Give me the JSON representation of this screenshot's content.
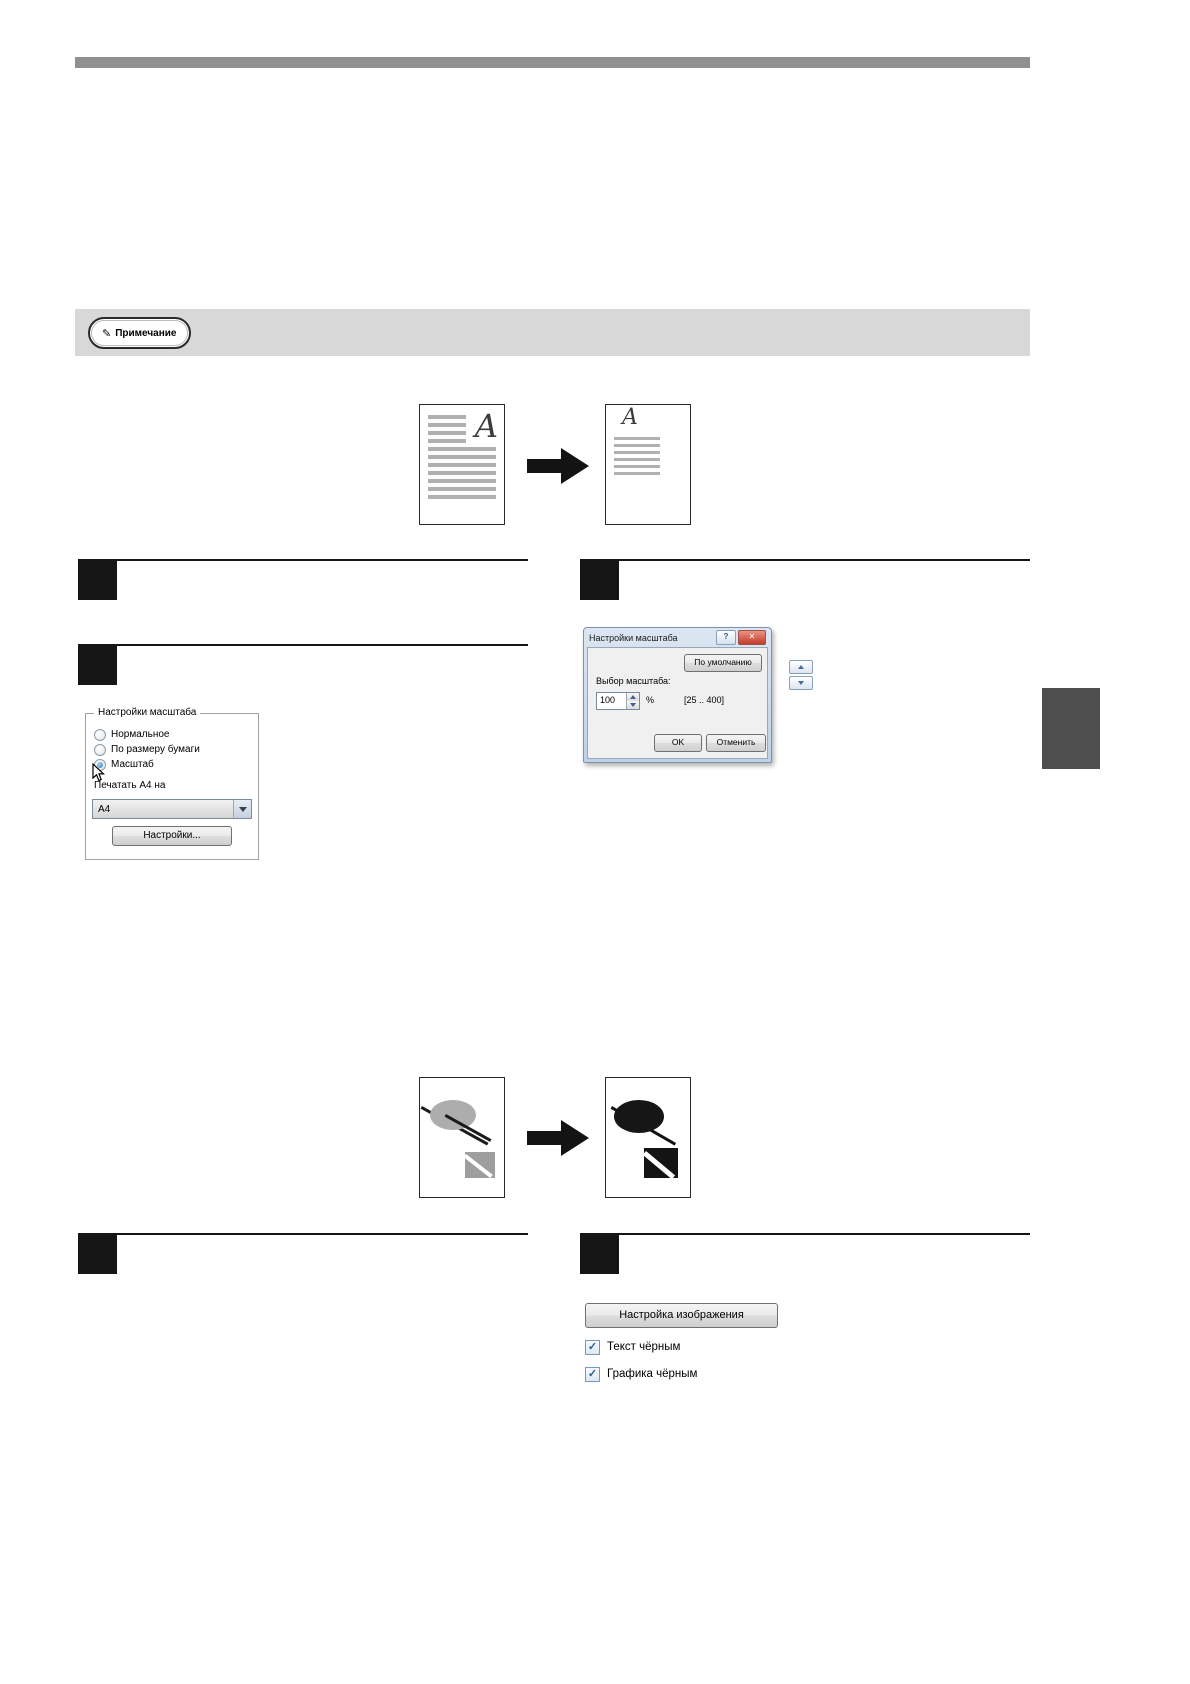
{
  "note": {
    "badge_label": "Примечание",
    "pencil_glyph": "✎"
  },
  "doc_illustration": {
    "letter": "A"
  },
  "scale_group": {
    "title": "Настройки масштаба",
    "options": [
      {
        "label": "Нормальное",
        "checked": false
      },
      {
        "label": "По размеру бумаги",
        "checked": false
      },
      {
        "label": "Масштаб",
        "checked": true
      }
    ],
    "print_label": "Печатать А4 на",
    "paper_value": "A4",
    "settings_button": "Настройки..."
  },
  "scale_dialog": {
    "title": "Настройки масштаба",
    "help_glyph": "?",
    "close_glyph": "✕",
    "default_button": "По умолчанию",
    "field_label": "Выбор масштаба:",
    "value": "100",
    "unit": "%",
    "range": "[25 .. 400]",
    "ok_button": "OK",
    "cancel_button": "Отменить"
  },
  "image_adjust": {
    "button_label": "Настройка изображения",
    "check_glyph": "✓",
    "checkboxes": [
      {
        "label": "Текст чёрным",
        "checked": true
      },
      {
        "label": "Графика чёрным",
        "checked": true
      }
    ]
  }
}
